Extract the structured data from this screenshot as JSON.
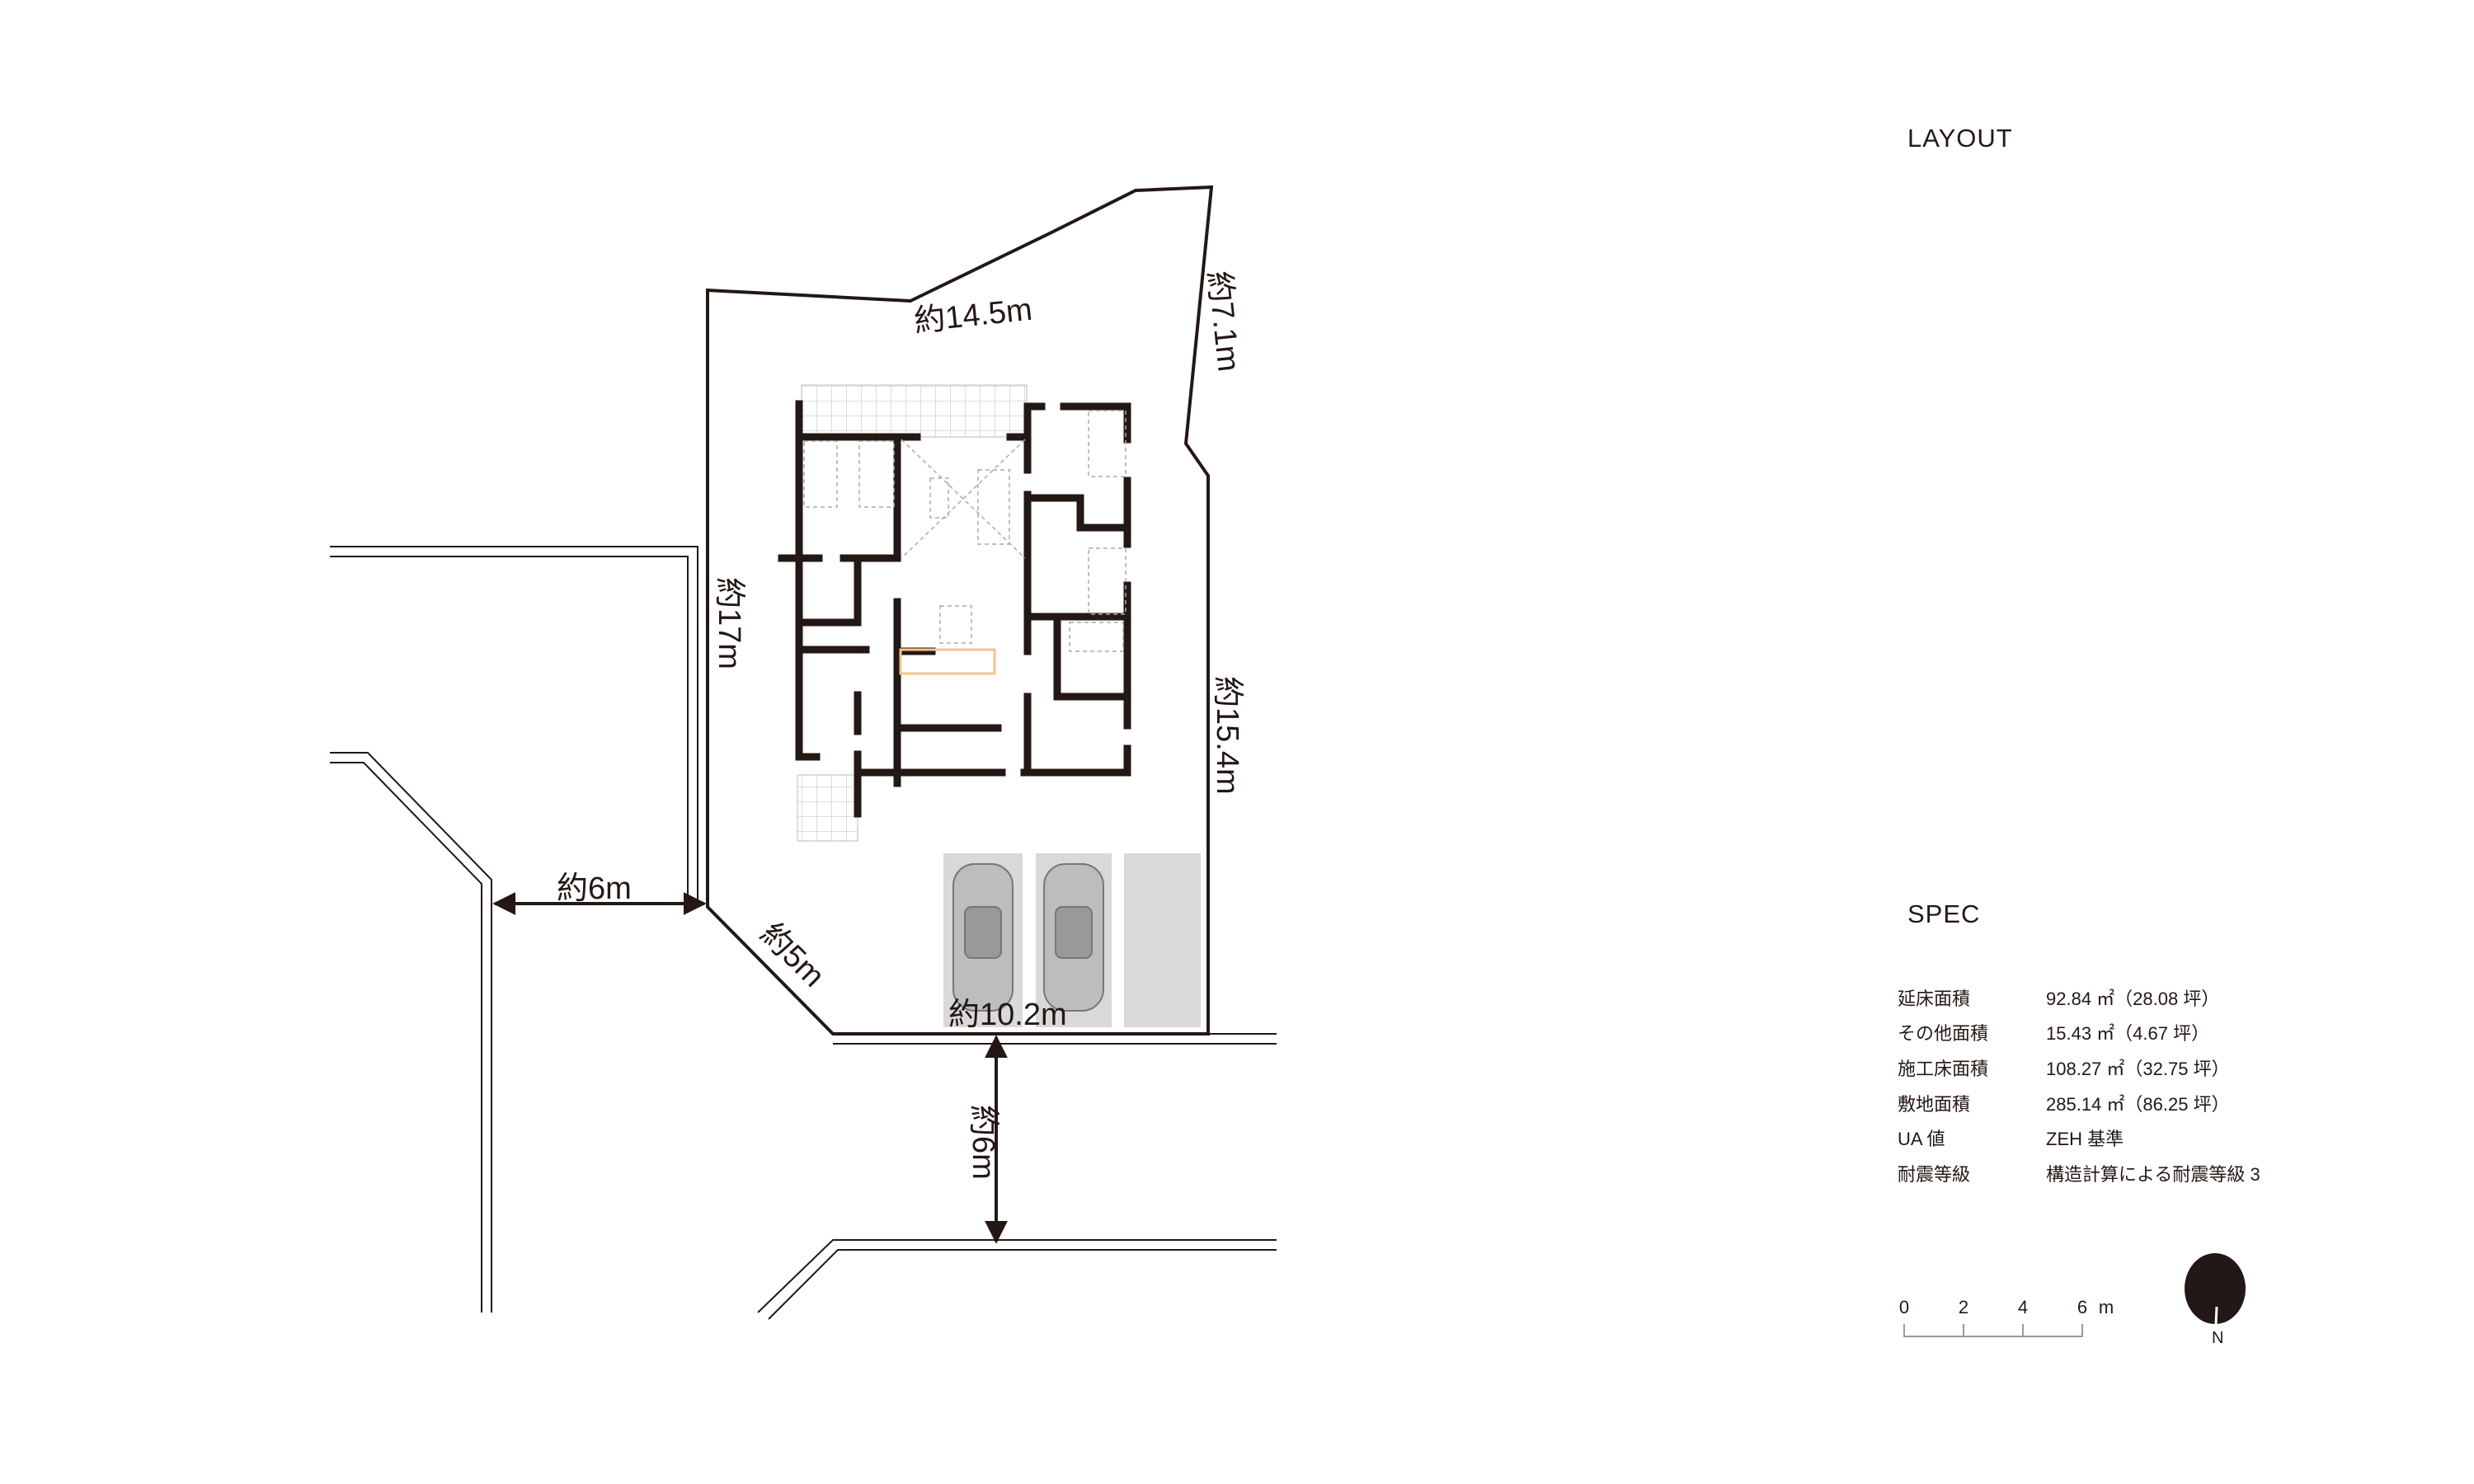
{
  "headings": {
    "layout": "LAYOUT",
    "spec": "SPEC"
  },
  "dimensions": {
    "north_side": "約14.5m",
    "northeast_side": "約7.1m",
    "west_side": "約17m",
    "east_side": "約15.4m",
    "corner_cut": "約5m",
    "south_side": "約10.2m",
    "west_road": "約6m",
    "south_road": "約6m"
  },
  "spec": [
    {
      "label": "延床面積",
      "value": "92.84 ㎡（28.08 坪）"
    },
    {
      "label": "その他面積",
      "value": "15.43 ㎡（4.67 坪）"
    },
    {
      "label": "施工床面積",
      "value": "108.27 ㎡（32.75 坪）"
    },
    {
      "label": "敷地面積",
      "value": "285.14 ㎡（86.25 坪）"
    },
    {
      "label": "UA 値",
      "value": "ZEH 基準"
    },
    {
      "label": "耐震等級",
      "value": "構造計算による耐震等級 3"
    }
  ],
  "scale_bar": {
    "ticks": [
      "0",
      "2",
      "4",
      "6"
    ],
    "unit": "m"
  },
  "north": {
    "label": "N"
  },
  "colors": {
    "ink": "#231815",
    "parking": "#d9d9d9",
    "counter": "#f2c48a"
  }
}
